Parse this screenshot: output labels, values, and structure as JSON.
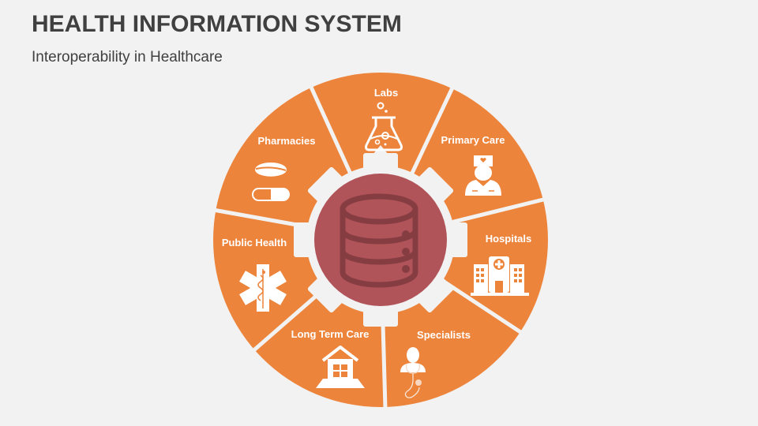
{
  "header": {
    "title": "HEALTH INFORMATION SYSTEM",
    "subtitle": "Interoperability in Healthcare"
  },
  "diagram": {
    "center_icon": "database-icon",
    "colors": {
      "segment": "#ed843b",
      "divider": "#f2f2f2",
      "gear": "#f2f2f2",
      "hub": "#b05459",
      "hub_icon": "#853d42",
      "background": "#f2f2f2",
      "title_text": "#404040",
      "label_text": "#ffffff"
    },
    "segments": [
      {
        "label": "Labs",
        "icon": "flask-icon"
      },
      {
        "label": "Primary Care",
        "icon": "nurse-icon"
      },
      {
        "label": "Hospitals",
        "icon": "hospital-building-icon"
      },
      {
        "label": "Specialists",
        "icon": "doctor-stethoscope-icon"
      },
      {
        "label": "Long Term Care",
        "icon": "house-icon"
      },
      {
        "label": "Public Health",
        "icon": "star-of-life-icon"
      },
      {
        "label": "Pharmacies",
        "icon": "pills-icon"
      }
    ]
  }
}
